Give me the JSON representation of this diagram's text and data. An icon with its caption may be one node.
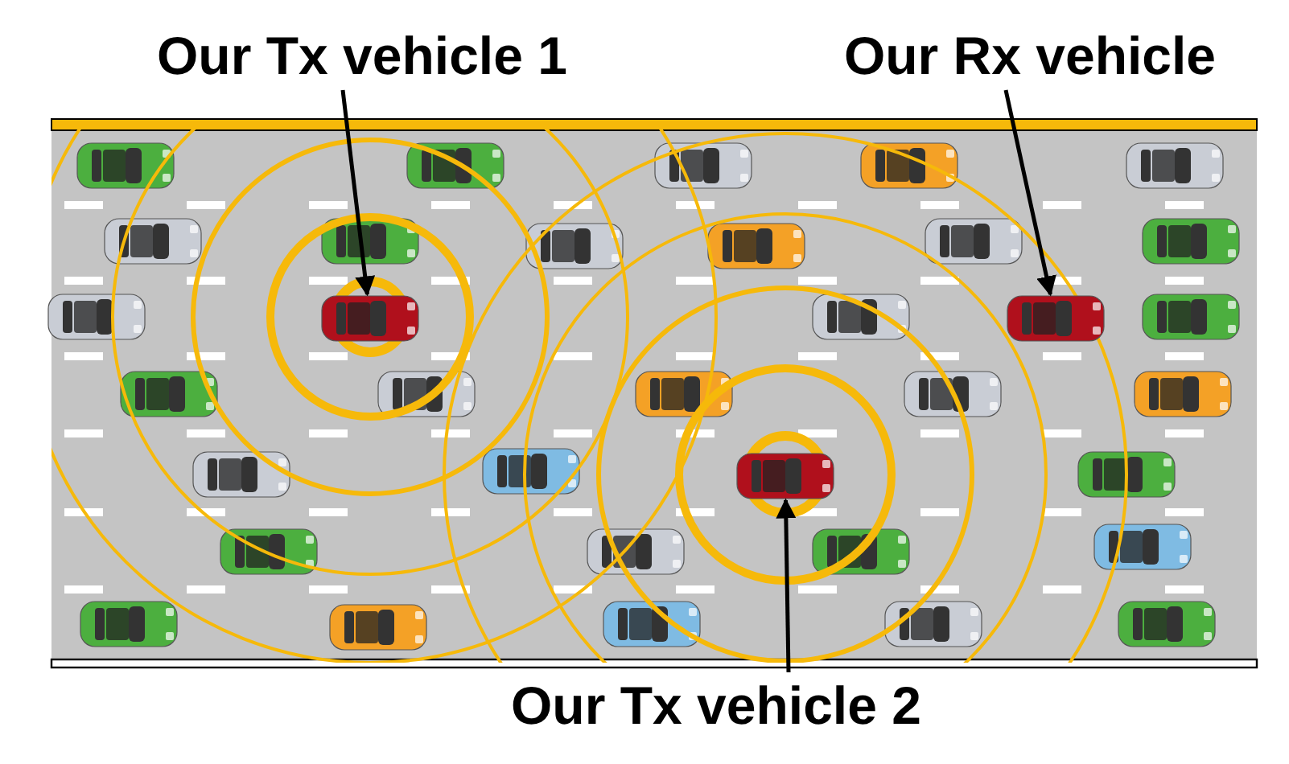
{
  "diagram": {
    "nodes": [
      {
        "text": [
          "Our Tx vehicle 1"
        ]
      },
      {
        "text": [
          "Our Rx vehicle"
        ]
      },
      {
        "text": [
          "Our Tx vehicle 2"
        ]
      },
      {
        "text": [],
        "shape": "picture"
      },
      {
        "text": [],
        "shape": "picture"
      },
      {
        "text": [],
        "shape": "picture"
      }
    ],
    "edges": [
      {
        "from": 0,
        "to": 3,
        "arrow": "to"
      },
      {
        "from": 1,
        "to": 4,
        "arrow": "to"
      },
      {
        "from": 2,
        "to": 5,
        "arrow": "to"
      }
    ]
  }
}
